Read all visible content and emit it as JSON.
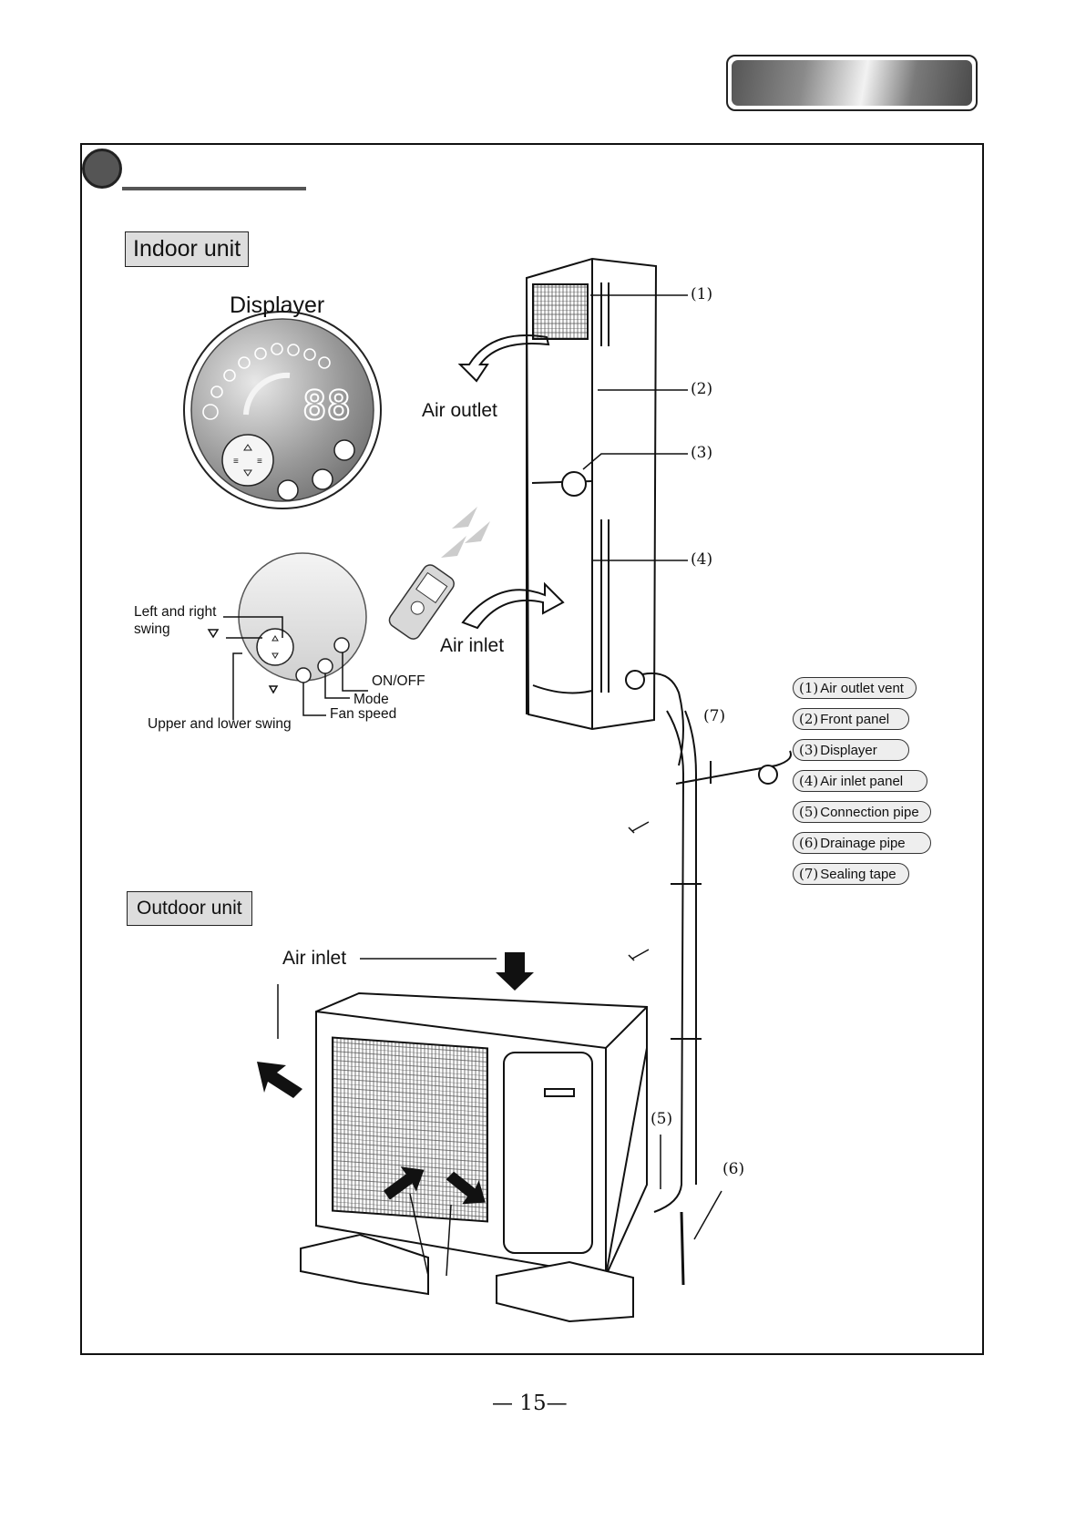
{
  "indoor": {
    "title": "Indoor unit",
    "displayer_title": "Displayer",
    "display_readout": "88",
    "air_outlet_label": "Air outlet",
    "air_inlet_label": "Air inlet",
    "callouts": [
      "(1)",
      "(2)",
      "(3)",
      "(4)",
      "(7)"
    ]
  },
  "control_panel": {
    "left_right_swing": "Left and right\nswing",
    "upper_lower_swing": "Upper and lower swing",
    "on_off": "ON/OFF",
    "mode": "Mode",
    "fan_speed": "Fan speed"
  },
  "legend": [
    {
      "num": "(1)",
      "label": "Air outlet vent"
    },
    {
      "num": "(2)",
      "label": "Front panel"
    },
    {
      "num": "(3)",
      "label": "Displayer"
    },
    {
      "num": "(4)",
      "label": "Air inlet panel"
    },
    {
      "num": "(5)",
      "label": "Connection pipe"
    },
    {
      "num": "(6)",
      "label": "Drainage pipe"
    },
    {
      "num": "(7)",
      "label": "Sealing tape"
    }
  ],
  "outdoor": {
    "title": "Outdoor unit",
    "air_inlet_label": "Air inlet",
    "callouts": [
      "(5)",
      "(6)"
    ]
  },
  "page_number": "— 15—"
}
